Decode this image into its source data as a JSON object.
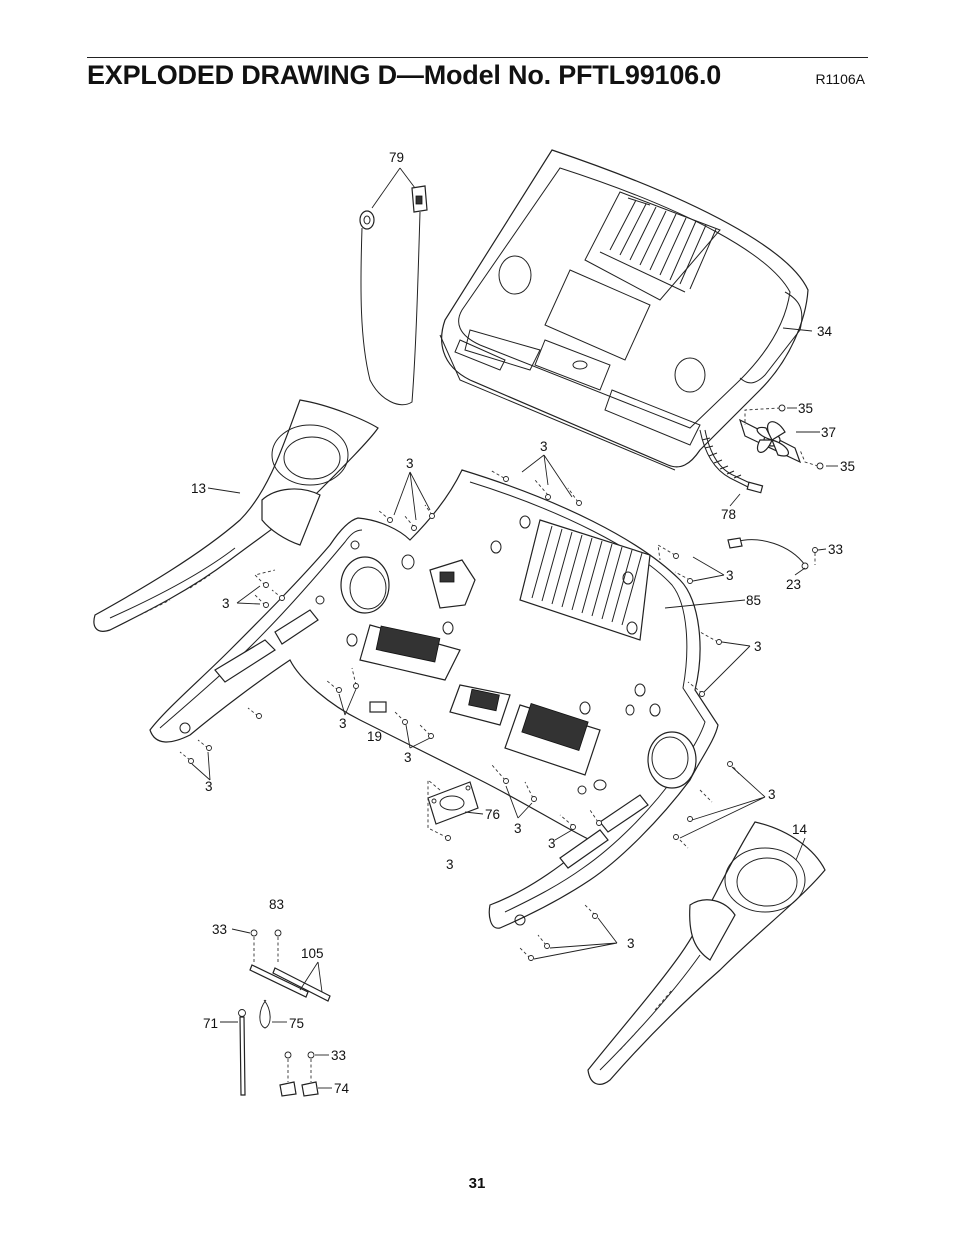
{
  "header": {
    "title": "EXPLODED DRAWING D—Model No. PFTL99106.0",
    "code": "R1106A"
  },
  "footer": {
    "page_number": "31"
  },
  "callouts": {
    "c79": "79",
    "c34": "34",
    "c35a": "35",
    "c37": "37",
    "c35b": "35",
    "c78": "78",
    "c13": "13",
    "c3a": "3",
    "c3b": "3",
    "c33a": "33",
    "c23": "23",
    "c3c": "3",
    "c85": "85",
    "c3d": "3",
    "c3e": "3",
    "c3f": "3",
    "c19": "19",
    "c3g": "3",
    "c3h": "3",
    "c3i": "3",
    "c76": "76",
    "c3j": "3",
    "c3k": "3",
    "c3l": "3",
    "c14": "14",
    "c83": "83",
    "c33b": "33",
    "c105": "105",
    "c3m": "3",
    "c71": "71",
    "c75": "75",
    "c33c": "33",
    "c74": "74"
  }
}
